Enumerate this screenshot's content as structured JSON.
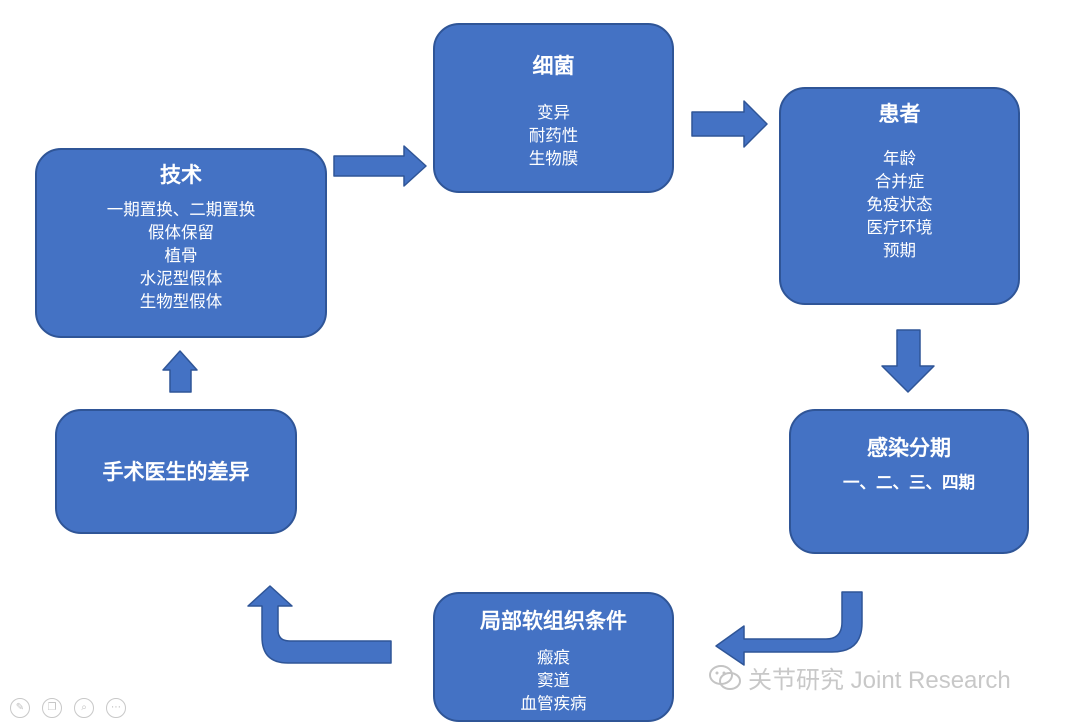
{
  "nodes": {
    "bacteria": {
      "title": "细菌",
      "items": [
        "变异",
        "耐药性",
        "生物膜"
      ]
    },
    "patient": {
      "title": "患者",
      "items": [
        "年龄",
        "合并症",
        "免疫状态",
        "医疗环境",
        "预期"
      ]
    },
    "technique": {
      "title": "技术",
      "items": [
        "一期置换、二期置换",
        "假体保留",
        "植骨",
        "水泥型假体",
        "生物型假体"
      ]
    },
    "surgeon": {
      "title": "手术医生的差异"
    },
    "staging": {
      "title": "感染分期",
      "items": [
        "一、二、三、四期"
      ]
    },
    "soft_tissue": {
      "title": "局部软组织条件",
      "items": [
        "瘢痕",
        "窦道",
        "血管疾病"
      ]
    }
  },
  "watermark": {
    "text": "关节研究 Joint Research",
    "icon": "wechat-icon"
  },
  "colors": {
    "box_fill": "#4472c4",
    "box_border": "#2f5597",
    "text": "#ffffff"
  },
  "toolbar_icons": [
    "pen-icon",
    "copy-icon",
    "zoom-icon",
    "more-icon"
  ]
}
